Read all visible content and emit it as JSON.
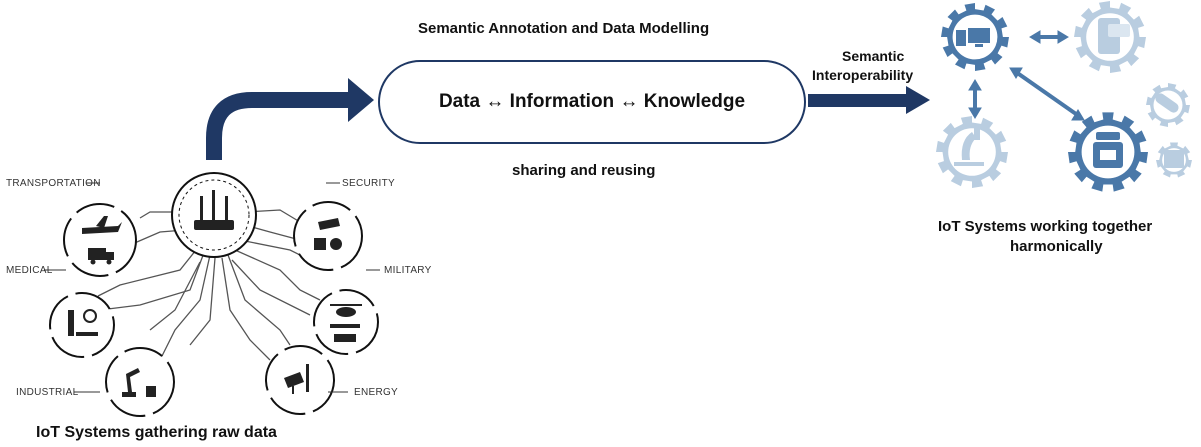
{
  "annotation_title": "Semantic Annotation and Data Modelling",
  "knowledge_chain": "Data ↔ Information ↔ Knowledge",
  "sharing_label": "sharing and reusing",
  "interop_label_line1": "Semantic",
  "interop_label_line2": "Interoperability",
  "left_caption": "IoT Systems gathering raw data",
  "right_caption_line1": "IoT Systems working together",
  "right_caption_line2": "harmonically",
  "domains": {
    "transportation": "TRANSPORTATION",
    "medical": "MEDICAL",
    "industrial": "INDUSTRIAL",
    "security": "SECURITY",
    "military": "MILITARY",
    "energy": "ENERGY"
  },
  "colors": {
    "arrow_dark": "#1f3864",
    "gear_dark": "#4a78a8",
    "gear_light": "#b9cde0",
    "icon_gray": "#333333"
  },
  "icons": [
    "router-icon",
    "airplane-icon",
    "truck-icon",
    "medical-icon",
    "robot-arm-icon",
    "surveillance-icon",
    "helicopter-icon",
    "solar-panel-icon",
    "computer-icon",
    "chat-phone-icon",
    "microscope-icon",
    "pill-icon",
    "medicine-jar-icon",
    "xray-icon"
  ]
}
